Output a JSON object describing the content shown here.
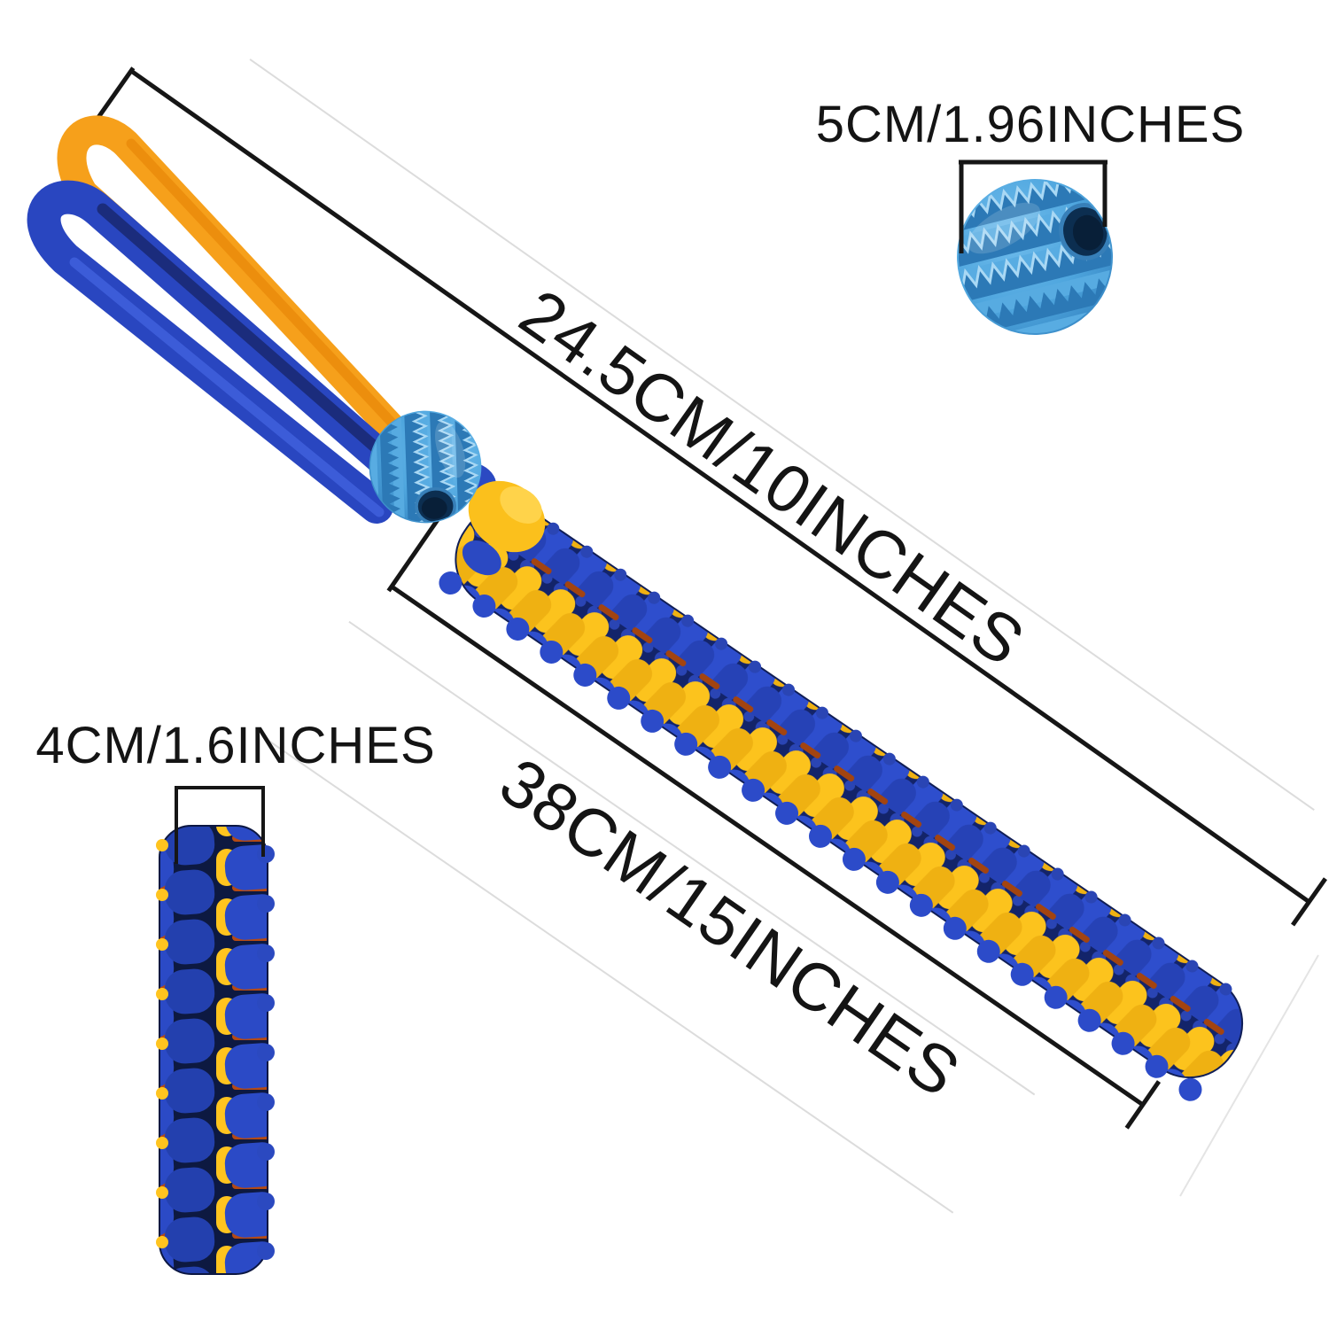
{
  "figure": {
    "kind": "product-dimension-diagram",
    "product": "braided rope tug toy with rubber treat balls"
  },
  "labels": {
    "handle_section_length": "24.5CM/10INCHES",
    "braided_section_length": "38CM/15INCHES",
    "ball_diameter": "5CM/1.96INCHES",
    "braid_width": "4CM/1.6INCHES"
  },
  "colors": {
    "background": "#FFFFFF",
    "dimension_line": "#161616",
    "strap_orange": "#F6A01B",
    "strap_blue": "#2946C0",
    "rope_yellow": "#FCC31D",
    "rope_blue": "#2C4BC9",
    "ball_blue": "#4FA6DE"
  }
}
